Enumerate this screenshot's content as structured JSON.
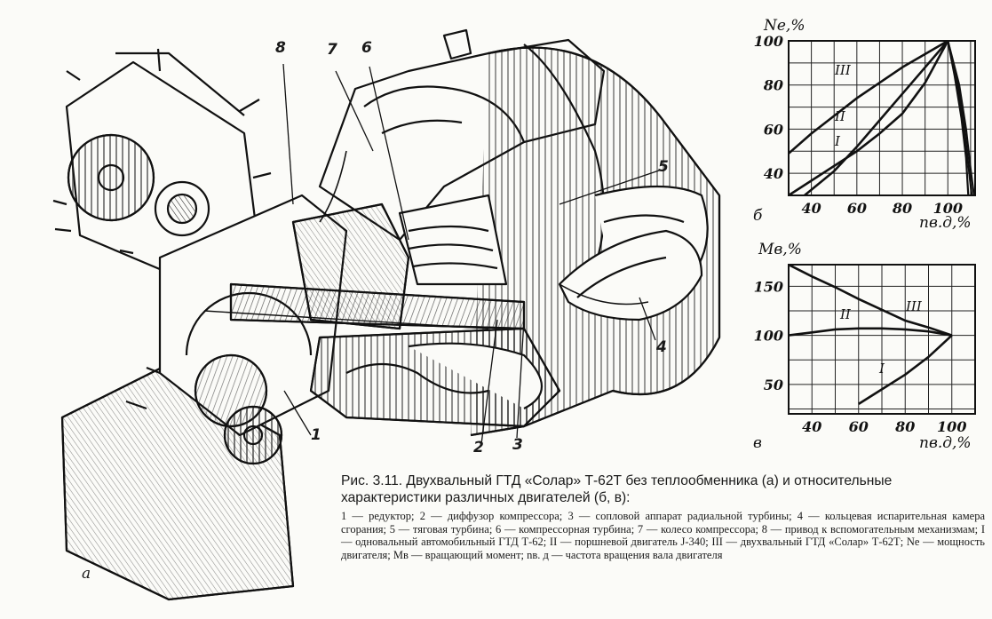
{
  "figure": {
    "sublabel_a": "а",
    "parts": [
      {
        "num": "8"
      },
      {
        "num": "7"
      },
      {
        "num": "6"
      },
      {
        "num": "5"
      },
      {
        "num": "4"
      },
      {
        "num": "3"
      },
      {
        "num": "2"
      },
      {
        "num": "1"
      }
    ]
  },
  "caption": {
    "title": "Рис. 3.11. Двухвальный ГТД «Солар» Т-62Т без теплообменника (а) и относительные характеристики различных двигателей (б, в):",
    "legend": "1 — редуктор; 2 — диффузор компрессора; 3 — сопловой аппарат радиальной турбины; 4 — кольцевая испарительная камера сгорания; 5 — тяговая турбина; 6 — компрессорная турбина; 7 — колесо компрессора; 8 — привод к вспомогательным механизмам; I — одновальный автомобильный ГТД Т-62; II — поршневой двигатель J-340; III — двухвальный ГТД «Солар» Т-62Т; Ne — мощность двигателя; Mв — вращающий момент; nв. д — частота вращения вала двигателя"
  },
  "chart_data": [
    {
      "type": "line",
      "sublabel": "б",
      "ylabel": "Ne,%",
      "xlabel": "nв.д,%",
      "x_ticks": [
        "40",
        "60",
        "80",
        "100"
      ],
      "y_ticks": [
        "40",
        "60",
        "80",
        "100"
      ],
      "xlim": [
        30,
        112
      ],
      "ylim": [
        30,
        100
      ],
      "grid": true,
      "series": [
        {
          "name": "III",
          "points": [
            [
              30,
              49
            ],
            [
              40,
              58
            ],
            [
              50,
              66
            ],
            [
              60,
              74
            ],
            [
              70,
              81
            ],
            [
              80,
              88
            ],
            [
              90,
              94
            ],
            [
              100,
              100
            ]
          ]
        },
        {
          "name": "II",
          "points": [
            [
              37,
              30
            ],
            [
              50,
              41
            ],
            [
              60,
              52
            ],
            [
              70,
              64
            ],
            [
              80,
              76
            ],
            [
              90,
              88
            ],
            [
              100,
              100
            ]
          ]
        },
        {
          "name": "I",
          "points": [
            [
              30,
              30
            ],
            [
              60,
              50
            ],
            [
              70,
              58
            ],
            [
              80,
              67
            ],
            [
              90,
              81
            ],
            [
              100,
              100
            ]
          ]
        }
      ],
      "descending_curves": [
        [
          [
            100,
            100
          ],
          [
            103,
            84
          ],
          [
            106,
            65
          ],
          [
            108,
            47
          ],
          [
            109,
            30
          ]
        ],
        [
          [
            100,
            100
          ],
          [
            104,
            82
          ],
          [
            107,
            62
          ],
          [
            109,
            44
          ],
          [
            110.5,
            30
          ]
        ],
        [
          [
            100,
            100
          ],
          [
            105,
            80
          ],
          [
            108,
            60
          ],
          [
            110,
            42
          ],
          [
            111.5,
            30
          ]
        ]
      ]
    },
    {
      "type": "line",
      "sublabel": "в",
      "ylabel": "Mв,%",
      "xlabel": "nв.д,%",
      "x_ticks": [
        "40",
        "60",
        "80",
        "100"
      ],
      "y_ticks": [
        "50",
        "100",
        "150"
      ],
      "xlim": [
        30,
        110
      ],
      "ylim": [
        20,
        172
      ],
      "grid": true,
      "series": [
        {
          "name": "III",
          "points": [
            [
              30,
              172
            ],
            [
              40,
              160
            ],
            [
              50,
              149
            ],
            [
              60,
              137
            ],
            [
              70,
              126
            ],
            [
              80,
              115
            ],
            [
              90,
              108
            ],
            [
              100,
              100
            ]
          ]
        },
        {
          "name": "II",
          "points": [
            [
              30,
              100
            ],
            [
              40,
              103
            ],
            [
              50,
              106
            ],
            [
              60,
              107
            ],
            [
              70,
              107
            ],
            [
              80,
              106
            ],
            [
              90,
              104
            ],
            [
              100,
              100
            ]
          ]
        },
        {
          "name": "I",
          "points": [
            [
              60,
              30
            ],
            [
              70,
              45
            ],
            [
              80,
              60
            ],
            [
              90,
              78
            ],
            [
              100,
              100
            ]
          ]
        }
      ]
    }
  ]
}
